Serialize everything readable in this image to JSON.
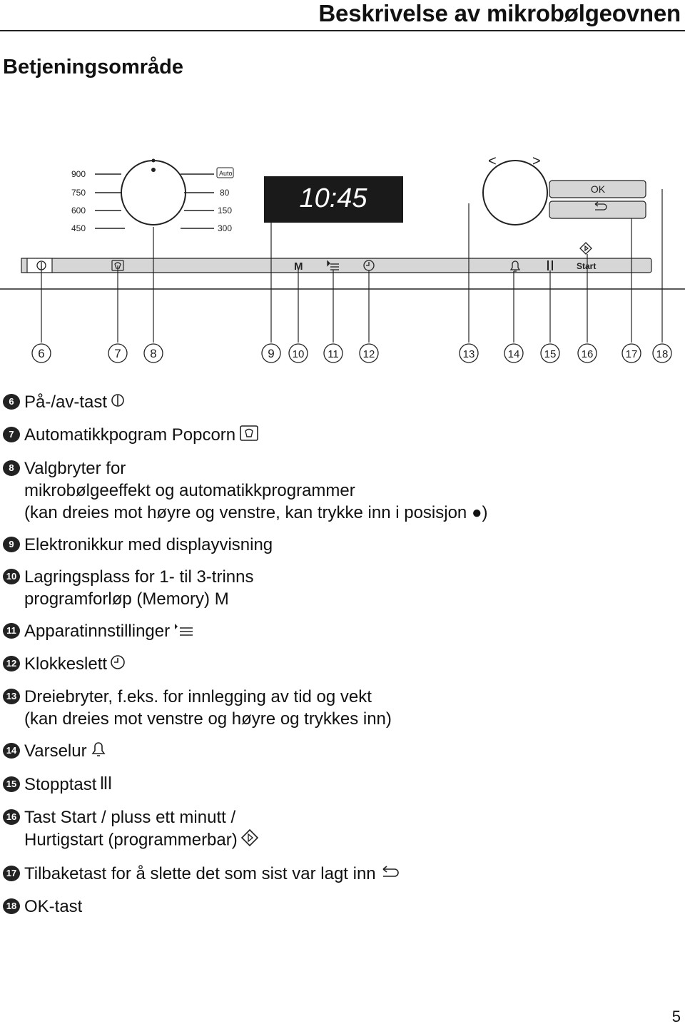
{
  "header": {
    "title": "Beskrivelse av mikrobølgeovnen"
  },
  "section": {
    "title": "Betjeningsområde"
  },
  "panel": {
    "power_levels_left": [
      "900",
      "750",
      "600",
      "450"
    ],
    "power_levels_right": [
      "Auto",
      "80",
      "150",
      "300"
    ],
    "display_time": "10:45",
    "nav_left": "<",
    "nav_right": ">",
    "ok_label": "OK",
    "memory_label": "M",
    "start_label": "Start"
  },
  "callouts": [
    "6",
    "7",
    "8",
    "9",
    "10",
    "11",
    "12",
    "13",
    "14",
    "15",
    "16",
    "17",
    "18"
  ],
  "legend": [
    {
      "num": "6",
      "text": "På-/av-tast",
      "icon": "power-icon"
    },
    {
      "num": "7",
      "text": "Automatikkpogram Popcorn",
      "icon": "popcorn-icon"
    },
    {
      "num": "8",
      "text": "Valgbryter for\nmikrobølgeeffekt og automatikkprogrammer\n(kan dreies mot høyre og venstre, kan trykke inn i posisjon ●)",
      "icon": ""
    },
    {
      "num": "9",
      "text": "Elektronikkur med displayvisning",
      "icon": ""
    },
    {
      "num": "10",
      "text": "Lagringsplass for 1- til 3-trinns\nprogramforløp (Memory) M",
      "icon": ""
    },
    {
      "num": "11",
      "text": "Apparatinnstillinger",
      "icon": "settings-icon"
    },
    {
      "num": "12",
      "text": "Klokkeslett",
      "icon": "clock-icon"
    },
    {
      "num": "13",
      "text": "Dreiebryter, f.eks. for innlegging av tid og vekt\n(kan dreies mot venstre og høyre og trykkes inn)",
      "icon": ""
    },
    {
      "num": "14",
      "text": "Varselur",
      "icon": "bell-icon"
    },
    {
      "num": "15",
      "text": "Stopptast",
      "icon": "stop-icon"
    },
    {
      "num": "16",
      "text": "Tast Start / pluss ett minutt /\nHurtigstart (programmerbar)",
      "icon": "start-icon"
    },
    {
      "num": "17",
      "text": "Tilbaketast for å slette det som sist var lagt inn",
      "icon": "back-icon"
    },
    {
      "num": "18",
      "text": "OK-tast",
      "icon": ""
    }
  ],
  "page_number": "5"
}
